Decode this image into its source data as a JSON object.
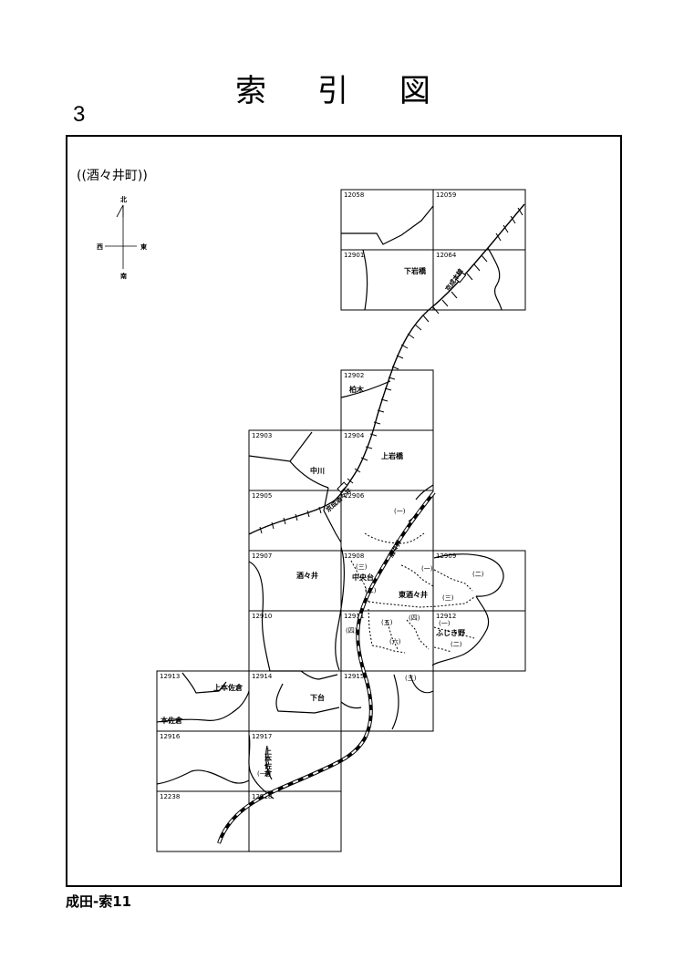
{
  "header": {
    "title_chars": [
      "索",
      "引",
      "図"
    ],
    "page_number": "3"
  },
  "map": {
    "town_label": "((酒々井町))",
    "compass": {
      "north": "北",
      "south": "南",
      "east": "東",
      "west": "西"
    },
    "sheets": [
      {
        "id": "12058"
      },
      {
        "id": "12059"
      },
      {
        "id": "12901"
      },
      {
        "id": "12064"
      },
      {
        "id": "12902"
      },
      {
        "id": "12903"
      },
      {
        "id": "12904"
      },
      {
        "id": "12905"
      },
      {
        "id": "12906"
      },
      {
        "id": "12907"
      },
      {
        "id": "12908"
      },
      {
        "id": "12909"
      },
      {
        "id": "12910"
      },
      {
        "id": "12911"
      },
      {
        "id": "12912"
      },
      {
        "id": "12913"
      },
      {
        "id": "12914"
      },
      {
        "id": "12915"
      },
      {
        "id": "12916"
      },
      {
        "id": "12917"
      },
      {
        "id": "12238"
      },
      {
        "id": "12918"
      }
    ],
    "places": {
      "shimo_iwahashi": "下岩橋",
      "kashiwagi": "柏木",
      "kami_iwahashi": "上岩橋",
      "nakagawa": "中川",
      "shisui": "酒々井",
      "chuodai": "中央台",
      "higashi_shisui": "東酒々井",
      "fujikino": "ふじき野",
      "kami_motosakura": "上本佐倉",
      "motosakura": "本佐倉",
      "shimodai": "下台",
      "kami_motosakura_v": "上本佐倉"
    },
    "districts": {
      "d1": "(一)",
      "d2": "(二)",
      "d3": "(三)",
      "d4": "(四)",
      "d5": "(五)",
      "d6": "(六)"
    },
    "rail_labels": {
      "keisei_north": "京成本線",
      "keisei_shisui": "京成酒々井",
      "jr_shisui": "酒々井"
    }
  },
  "footer": {
    "text": "成田-索11"
  }
}
